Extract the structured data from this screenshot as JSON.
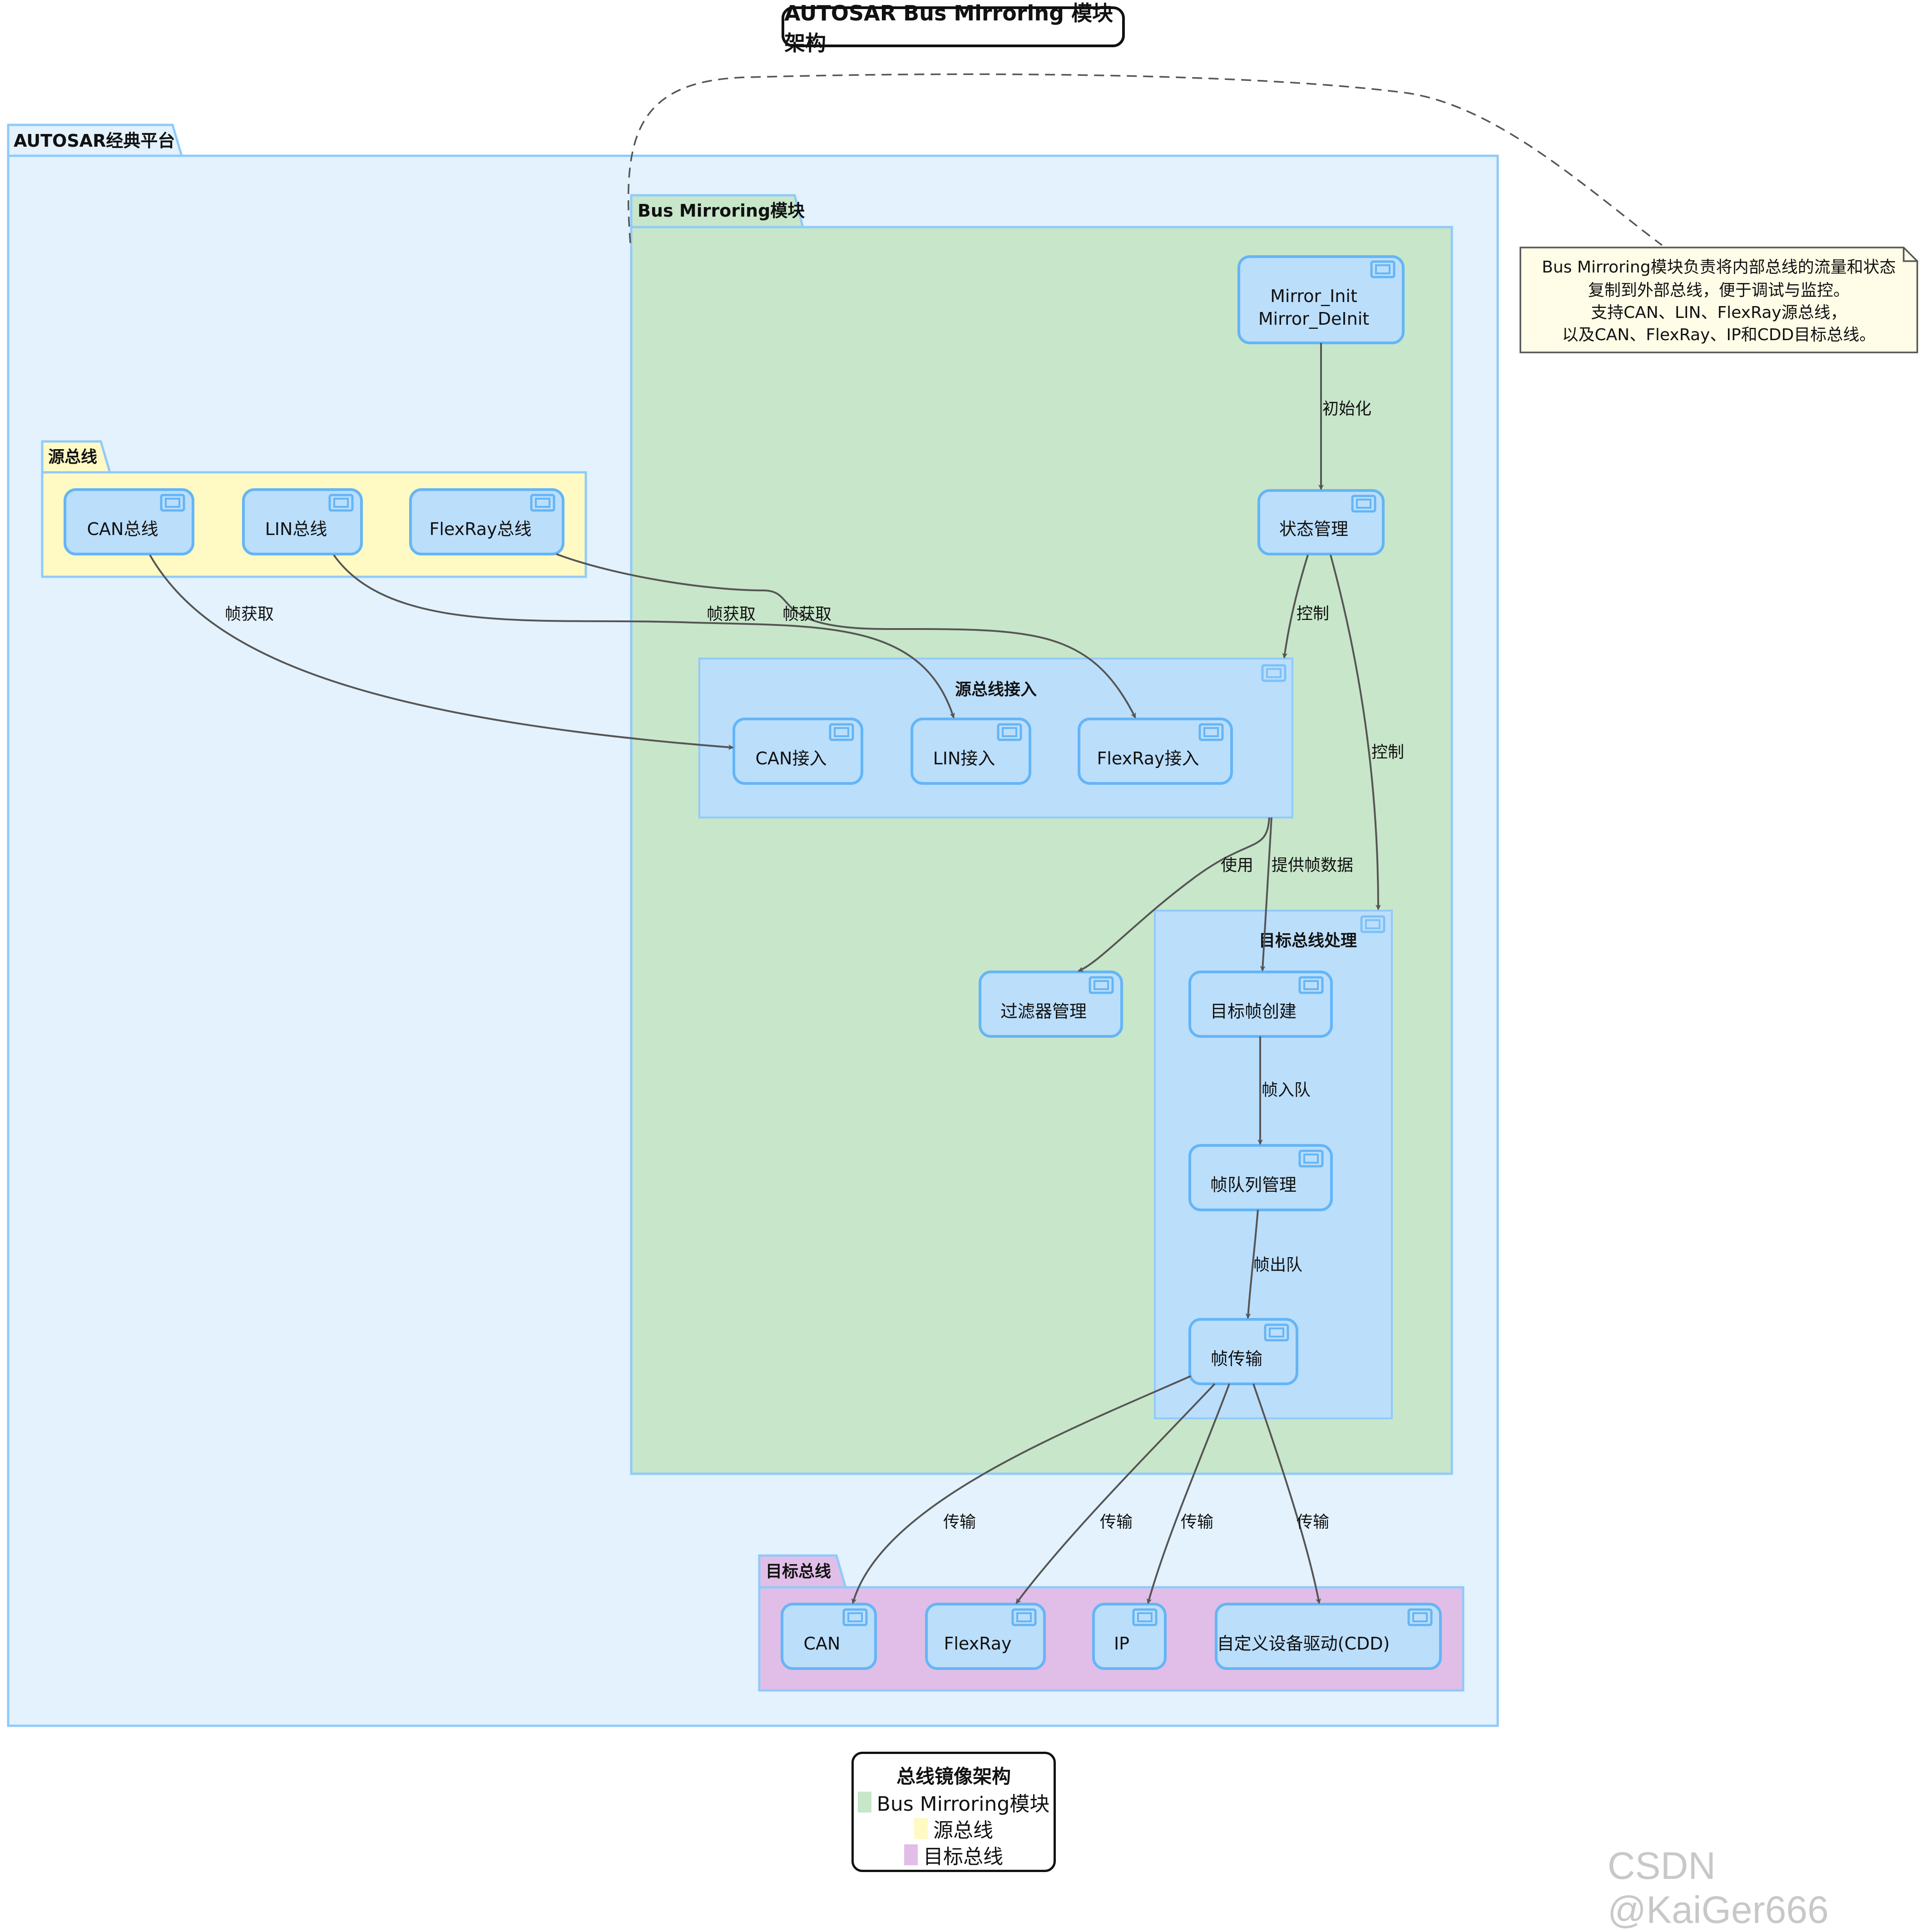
{
  "diagram": {
    "title": "AUTOSAR Bus Mirroring 模块架构",
    "platform_label": "AUTOSAR经典平台",
    "module_label": "Bus Mirroring模块",
    "source_bus_group": "源总线",
    "target_bus_group": "目标总线",
    "source_access_group": "源总线接入",
    "target_processing_group": "目标总线处理",
    "note_lines": [
      "Bus Mirroring模块负责将内部总线的流量和状态",
      "复制到外部总线，便于调试与监控。",
      "支持CAN、LIN、FlexRay源总线，",
      "以及CAN、FlexRay、IP和CDD目标总线。"
    ],
    "nodes": {
      "mirror_init": [
        "Mirror_Init",
        "Mirror_DeInit"
      ],
      "state_mgmt": "状态管理",
      "can_bus": "CAN总线",
      "lin_bus": "LIN总线",
      "flexray_bus": "FlexRay总线",
      "can_access": "CAN接入",
      "lin_access": "LIN接入",
      "flexray_access": "FlexRay接入",
      "filter_mgmt": "过滤器管理",
      "target_frame_create": "目标帧创建",
      "frame_queue_mgmt": "帧队列管理",
      "frame_transmit": "帧传输",
      "target_can": "CAN",
      "target_flexray": "FlexRay",
      "target_ip": "IP",
      "target_cdd": "自定义设备驱动(CDD)"
    },
    "edge_labels": {
      "init": "初始化",
      "control_access": "控制",
      "control_target": "控制",
      "can_fetch": "帧获取",
      "lin_fetch": "帧获取",
      "flexray_fetch": "帧获取",
      "use": "使用",
      "provide_data": "提供帧数据",
      "enqueue": "帧入队",
      "dequeue": "帧出队",
      "tx_can": "传输",
      "tx_flexray": "传输",
      "tx_ip": "传输",
      "tx_cdd": "传输"
    }
  },
  "legend": {
    "title": "总线镜像架构",
    "items": [
      {
        "label": "Bus Mirroring模块",
        "color": "#c8e6c9"
      },
      {
        "label": "源总线",
        "color": "#fff9c4"
      },
      {
        "label": "目标总线",
        "color": "#e1bee7"
      }
    ]
  },
  "colors": {
    "platform_fill": "#e3f2fd",
    "module_fill": "#c8e6c9",
    "source_fill": "#fff9c4",
    "target_fill": "#e1bee7",
    "component_fill": "#bbdefb",
    "component_stroke": "#64b5f6",
    "note_fill": "#fffde7"
  },
  "watermark": "CSDN @KaiGer666"
}
